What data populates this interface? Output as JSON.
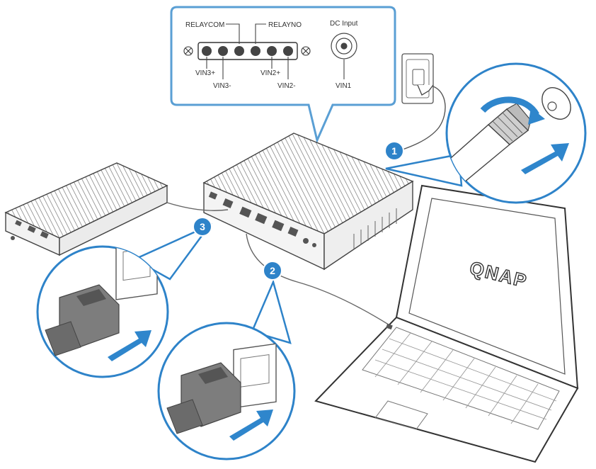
{
  "callout": {
    "relaycom": "RELAYCOM",
    "relayno": "RELAYNO",
    "dc_input": "DC Input",
    "vin3_plus": "VIN3+",
    "vin3_minus": "VIN3-",
    "vin2_plus": "VIN2+",
    "vin2_minus": "VIN2-",
    "vin1": "VIN1"
  },
  "steps": [
    {
      "number": "1"
    },
    {
      "number": "2"
    },
    {
      "number": "3"
    }
  ],
  "laptop": {
    "logo": "QNAP"
  },
  "colors": {
    "accent_blue": "#2e83c9",
    "callout_border": "#5a9fd4",
    "arrow_blue": "#2f86cc",
    "connector_gray": "#7d7d7d",
    "line": "#555555"
  }
}
